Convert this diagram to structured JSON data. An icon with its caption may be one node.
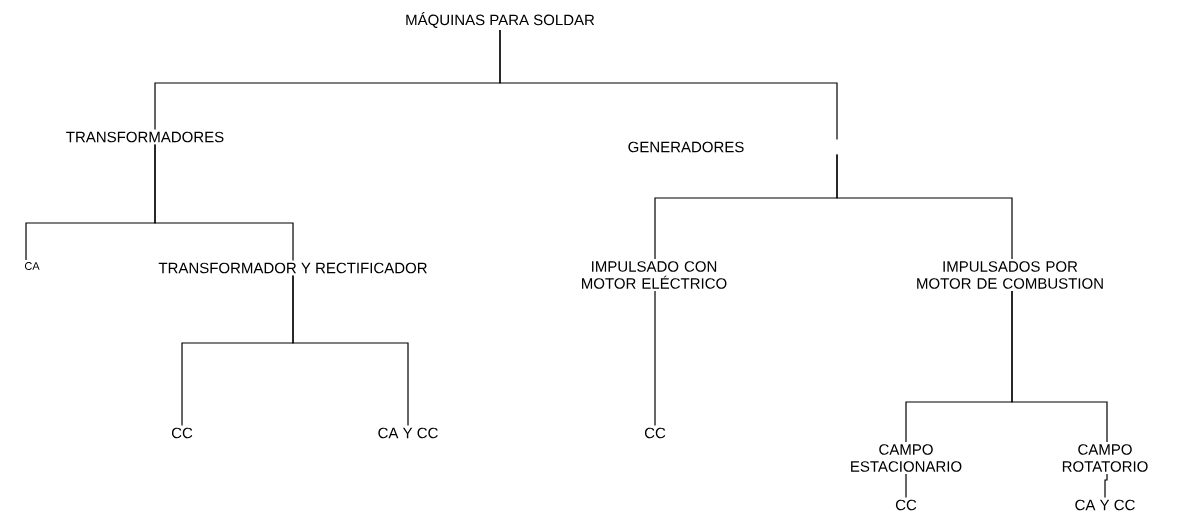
{
  "diagram": {
    "nodes": [
      {
        "text": [
          "MÁQUINAS PARA SOLDAR"
        ]
      },
      {
        "text": [
          "TRANSFORMADORES"
        ]
      },
      {
        "text": [
          "GENERADORES"
        ]
      },
      {
        "text": [
          "CA"
        ]
      },
      {
        "text": [
          "TRANSFORMADOR Y RECTIFICADOR"
        ]
      },
      {
        "text": [
          "IMPULSADO CON MOTOR ELÉCTRICO"
        ]
      },
      {
        "text": [
          "IMPULSADOS POR MOTOR DE COMBUSTION"
        ]
      },
      {
        "text": [
          "CC"
        ]
      },
      {
        "text": [
          "CA Y CC"
        ]
      },
      {
        "text": [
          "CC"
        ]
      },
      {
        "text": [
          "CAMPO ESTACIONARIO"
        ]
      },
      {
        "text": [
          "CAMPO ROTATORIO"
        ]
      },
      {
        "text": [
          "CC"
        ]
      },
      {
        "text": [
          "CA Y CC"
        ]
      }
    ],
    "edges": [
      {
        "from": 0,
        "to": 1,
        "arrow": "none"
      },
      {
        "from": 0,
        "to": 2,
        "arrow": "none"
      },
      {
        "from": 1,
        "to": 3,
        "arrow": "none"
      },
      {
        "from": 1,
        "to": 4,
        "arrow": "none"
      },
      {
        "from": 2,
        "to": 5,
        "arrow": "none"
      },
      {
        "from": 2,
        "to": 6,
        "arrow": "none"
      },
      {
        "from": 4,
        "to": 7,
        "arrow": "none"
      },
      {
        "from": 4,
        "to": 8,
        "arrow": "none"
      },
      {
        "from": 5,
        "to": 9,
        "arrow": "none"
      },
      {
        "from": 6,
        "to": 10,
        "arrow": "none"
      },
      {
        "from": 6,
        "to": 11,
        "arrow": "none"
      },
      {
        "from": 10,
        "to": 12,
        "arrow": "none"
      },
      {
        "from": 11,
        "to": 13,
        "arrow": "none"
      }
    ]
  }
}
